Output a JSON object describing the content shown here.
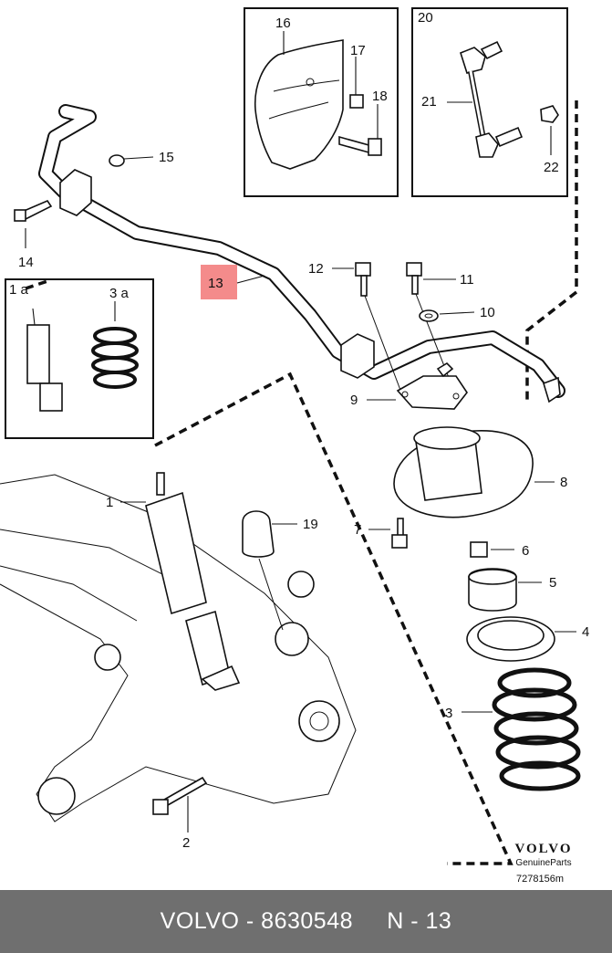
{
  "callouts": {
    "c1": "1",
    "c1a": "1 a",
    "c2": "2",
    "c3": "3",
    "c3a": "3 a",
    "c4": "4",
    "c5": "5",
    "c6": "6",
    "c7": "7",
    "c8": "8",
    "c9": "9",
    "c10": "10",
    "c11": "11",
    "c12": "12",
    "c13": "13",
    "c14": "14",
    "c15": "15",
    "c16": "16",
    "c17": "17",
    "c18": "18",
    "c19": "19",
    "c20": "20",
    "c21": "21",
    "c22": "22"
  },
  "highlight_color": "#f48b8b",
  "branding": {
    "logo": "VOLVO",
    "sub": "GenuineParts",
    "code": "7278156m"
  },
  "footer": {
    "brand": "VOLVO",
    "part_number": "8630548",
    "ref": "N - 13"
  }
}
